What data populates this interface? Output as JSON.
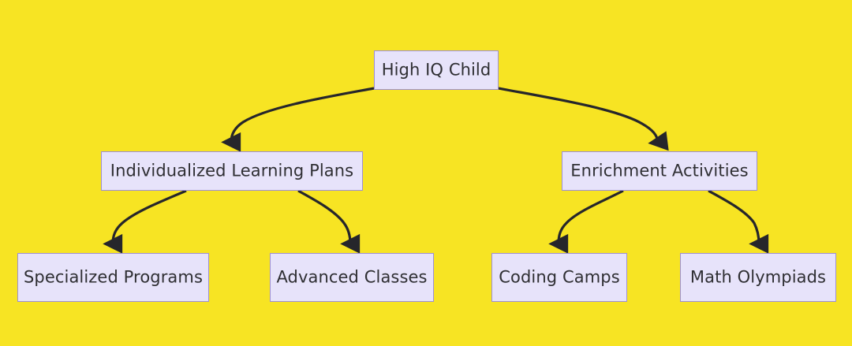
{
  "diagram": {
    "type": "flowchart",
    "direction": "top-down",
    "background_color": "#f7e423",
    "node_fill_color": "#e7e3fa",
    "node_border_color": "#9d8fd4",
    "node_text_color": "#2f2f33",
    "edge_color": "#26262b",
    "nodes": [
      {
        "id": "root",
        "label": "High IQ Child",
        "level": 1
      },
      {
        "id": "plans",
        "label": "Individualized Learning Plans",
        "level": 2
      },
      {
        "id": "enrichment",
        "label": "Enrichment Activities",
        "level": 2
      },
      {
        "id": "specialized",
        "label": "Specialized Programs",
        "level": 3
      },
      {
        "id": "advanced",
        "label": "Advanced Classes",
        "level": 3
      },
      {
        "id": "coding",
        "label": "Coding Camps",
        "level": 3
      },
      {
        "id": "math",
        "label": "Math Olympiads",
        "level": 3
      }
    ],
    "edges": [
      {
        "from": "root",
        "to": "plans",
        "arrow": "triangle"
      },
      {
        "from": "root",
        "to": "enrichment",
        "arrow": "triangle"
      },
      {
        "from": "plans",
        "to": "specialized",
        "arrow": "triangle"
      },
      {
        "from": "plans",
        "to": "advanced",
        "arrow": "triangle"
      },
      {
        "from": "enrichment",
        "to": "coding",
        "arrow": "triangle"
      },
      {
        "from": "enrichment",
        "to": "math",
        "arrow": "triangle"
      }
    ]
  }
}
